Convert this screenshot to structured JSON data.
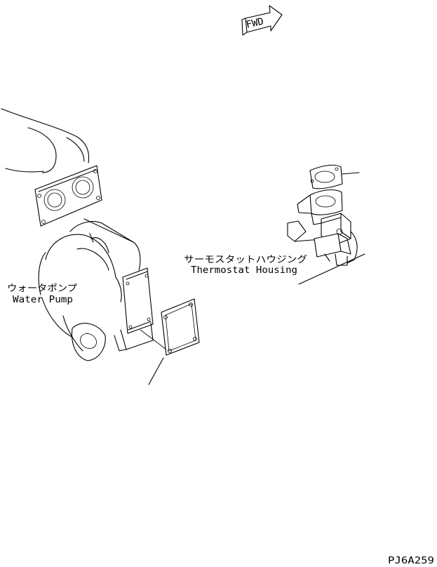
{
  "fwd_label": "FWD",
  "labels": {
    "water_pump_jp": "ウォータポンプ",
    "water_pump_en": "Water Pump",
    "thermostat_jp": "サーモスタットハウジング",
    "thermostat_en": "Thermostat Housing"
  },
  "drawing_code": "PJ6A259"
}
